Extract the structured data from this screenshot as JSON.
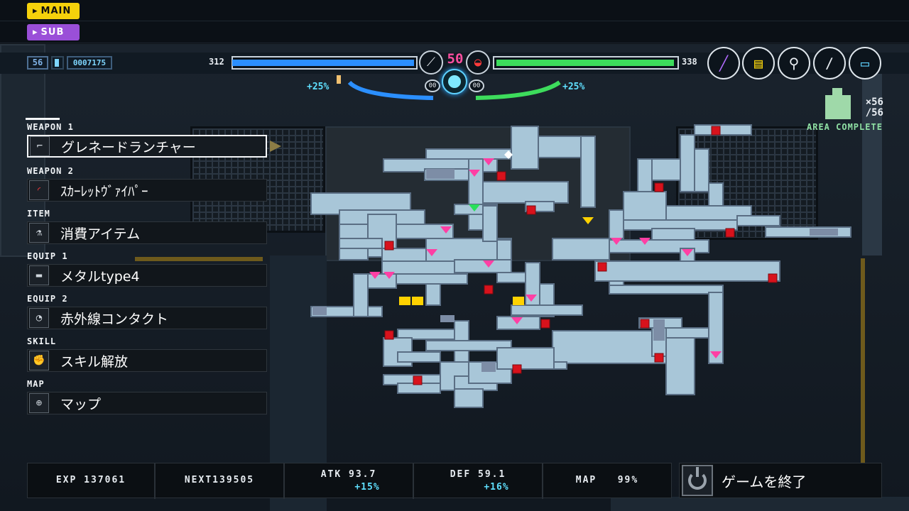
{
  "tags": {
    "main": "MAIN",
    "sub": "SUB"
  },
  "status": {
    "level": "56",
    "exp_counter": "0007175",
    "hp": "312",
    "hp_fill": 1.0,
    "bullet_count": "50",
    "enemy_hp": "338",
    "enemy_hp_fill": 1.0,
    "left_small_counter": "00",
    "right_small_counter": "00",
    "left_bonus": "+25%",
    "right_bonus": "+25%"
  },
  "sub_weapons": [
    {
      "icon": "purple-blade-icon"
    },
    {
      "icon": "chip-icon"
    },
    {
      "icon": "grapple-icon"
    },
    {
      "icon": "whip-icon"
    },
    {
      "icon": "module-icon"
    }
  ],
  "area": {
    "collected": "×56",
    "total": "/56",
    "status": "AREA COMPLETE"
  },
  "menu": [
    {
      "label": "WEAPON 1",
      "value": "グレネードランチャー",
      "icon": "grenade-launcher-icon",
      "selected": true
    },
    {
      "label": "WEAPON 2",
      "value": "ｽｶｰﾚｯﾄｳﾞｧｲﾊﾟｰ",
      "icon": "scarlet-viper-icon",
      "selected": false
    },
    {
      "label": "ITEM",
      "value": "消費アイテム",
      "icon": "potion-icon",
      "selected": false
    },
    {
      "label": "EQUIP 1",
      "value": "メタルtype4",
      "icon": "metal-plate-icon",
      "selected": false
    },
    {
      "label": "EQUIP 2",
      "value": "赤外線コンタクト",
      "icon": "contact-lens-icon",
      "selected": false
    },
    {
      "label": "SKILL",
      "value": "スキル解放",
      "icon": "muscle-icon",
      "selected": false
    },
    {
      "label": "MAP",
      "value": "マップ",
      "icon": "map-pin-icon",
      "selected": false
    }
  ],
  "stats": {
    "exp": "EXP 137061",
    "next": "NEXT139505",
    "atk": "ATK 93.7",
    "atk_bonus": "+15%",
    "def": "DEF 59.1",
    "def_bonus": "+16%",
    "map": "MAP",
    "map_pct": "99%"
  },
  "quit_label": "ゲームを終了",
  "colors": {
    "main_tag": "#f5d10b",
    "sub_tag": "#9a4fd8",
    "hp_bar": "#2b8fff",
    "enemy_bar": "#3ddc5c",
    "room": "#a8c6d8",
    "room_dark": "#7d8da6",
    "save_room": "#d8121c",
    "marker_pink": "#ff3fa4",
    "marker_green": "#28e05a",
    "marker_yellow": "#ffd200",
    "bonus_text": "#5fe0ff"
  }
}
